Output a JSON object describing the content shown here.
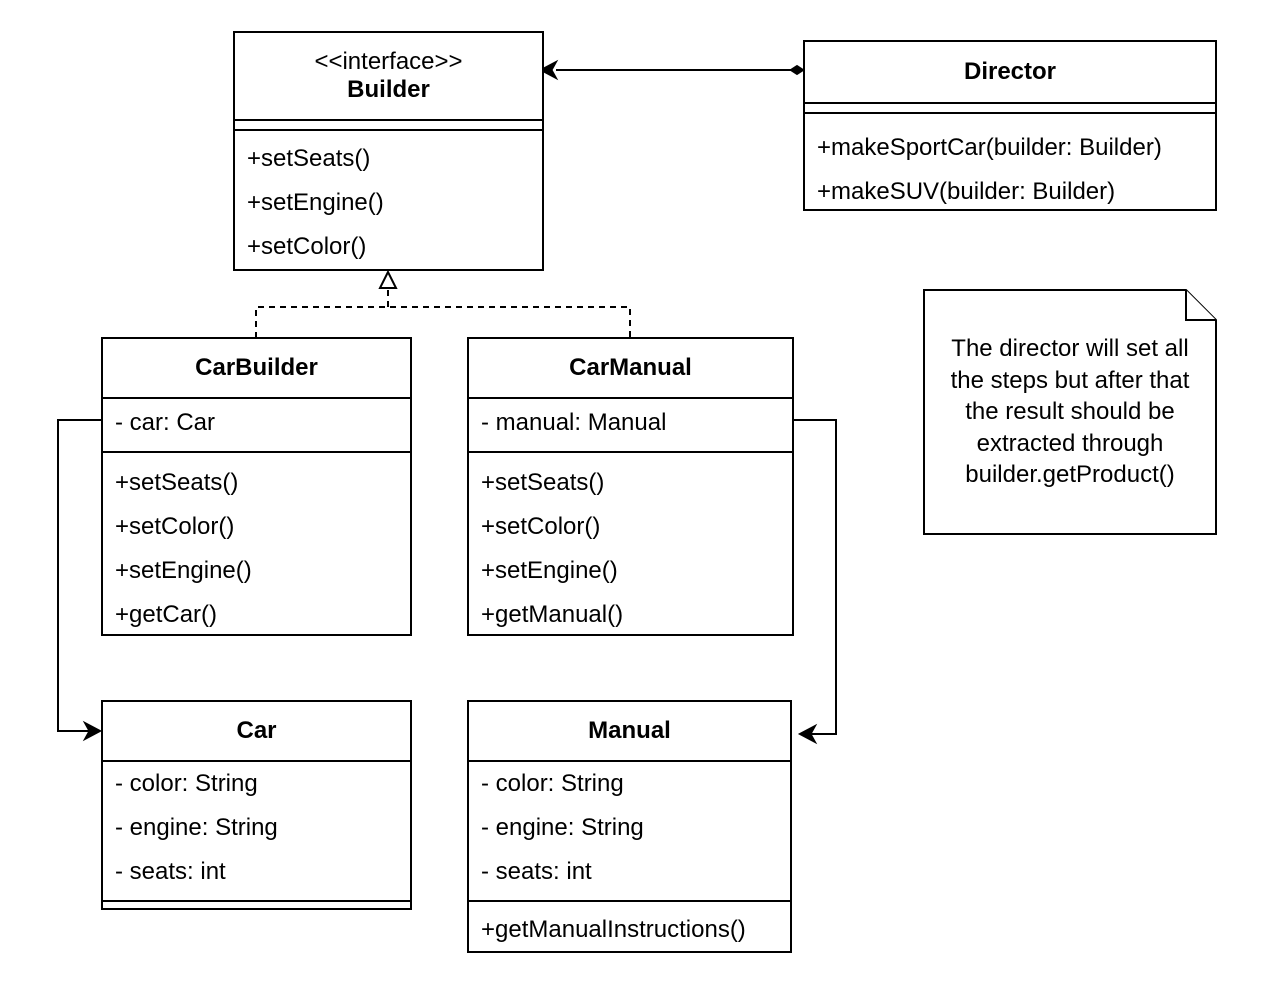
{
  "builder": {
    "stereotype": "<<interface>>",
    "name": "Builder",
    "methods": [
      "+setSeats()",
      "+setEngine()",
      "+setColor()"
    ]
  },
  "director": {
    "name": "Director",
    "methods": [
      "+makeSportCar(builder: Builder)",
      "+makeSUV(builder: Builder)"
    ]
  },
  "car_builder": {
    "name": "CarBuilder",
    "attributes": [
      "- car: Car"
    ],
    "methods": [
      "+setSeats()",
      "+setColor()",
      "+setEngine()",
      "+getCar()"
    ]
  },
  "car_manual": {
    "name": "CarManual",
    "attributes": [
      "- manual: Manual"
    ],
    "methods": [
      "+setSeats()",
      "+setColor()",
      "+setEngine()",
      "+getManual()"
    ]
  },
  "car": {
    "name": "Car",
    "attributes": [
      "- color: String",
      "- engine: String",
      "- seats: int"
    ]
  },
  "manual": {
    "name": "Manual",
    "attributes": [
      "- color: String",
      "- engine: String",
      "- seats: int"
    ],
    "methods": [
      "+getManualInstructions()"
    ]
  },
  "note": {
    "lines": [
      "The director will set all",
      "the steps but after that",
      "the result should be",
      "extracted through",
      "builder.getProduct()"
    ]
  }
}
